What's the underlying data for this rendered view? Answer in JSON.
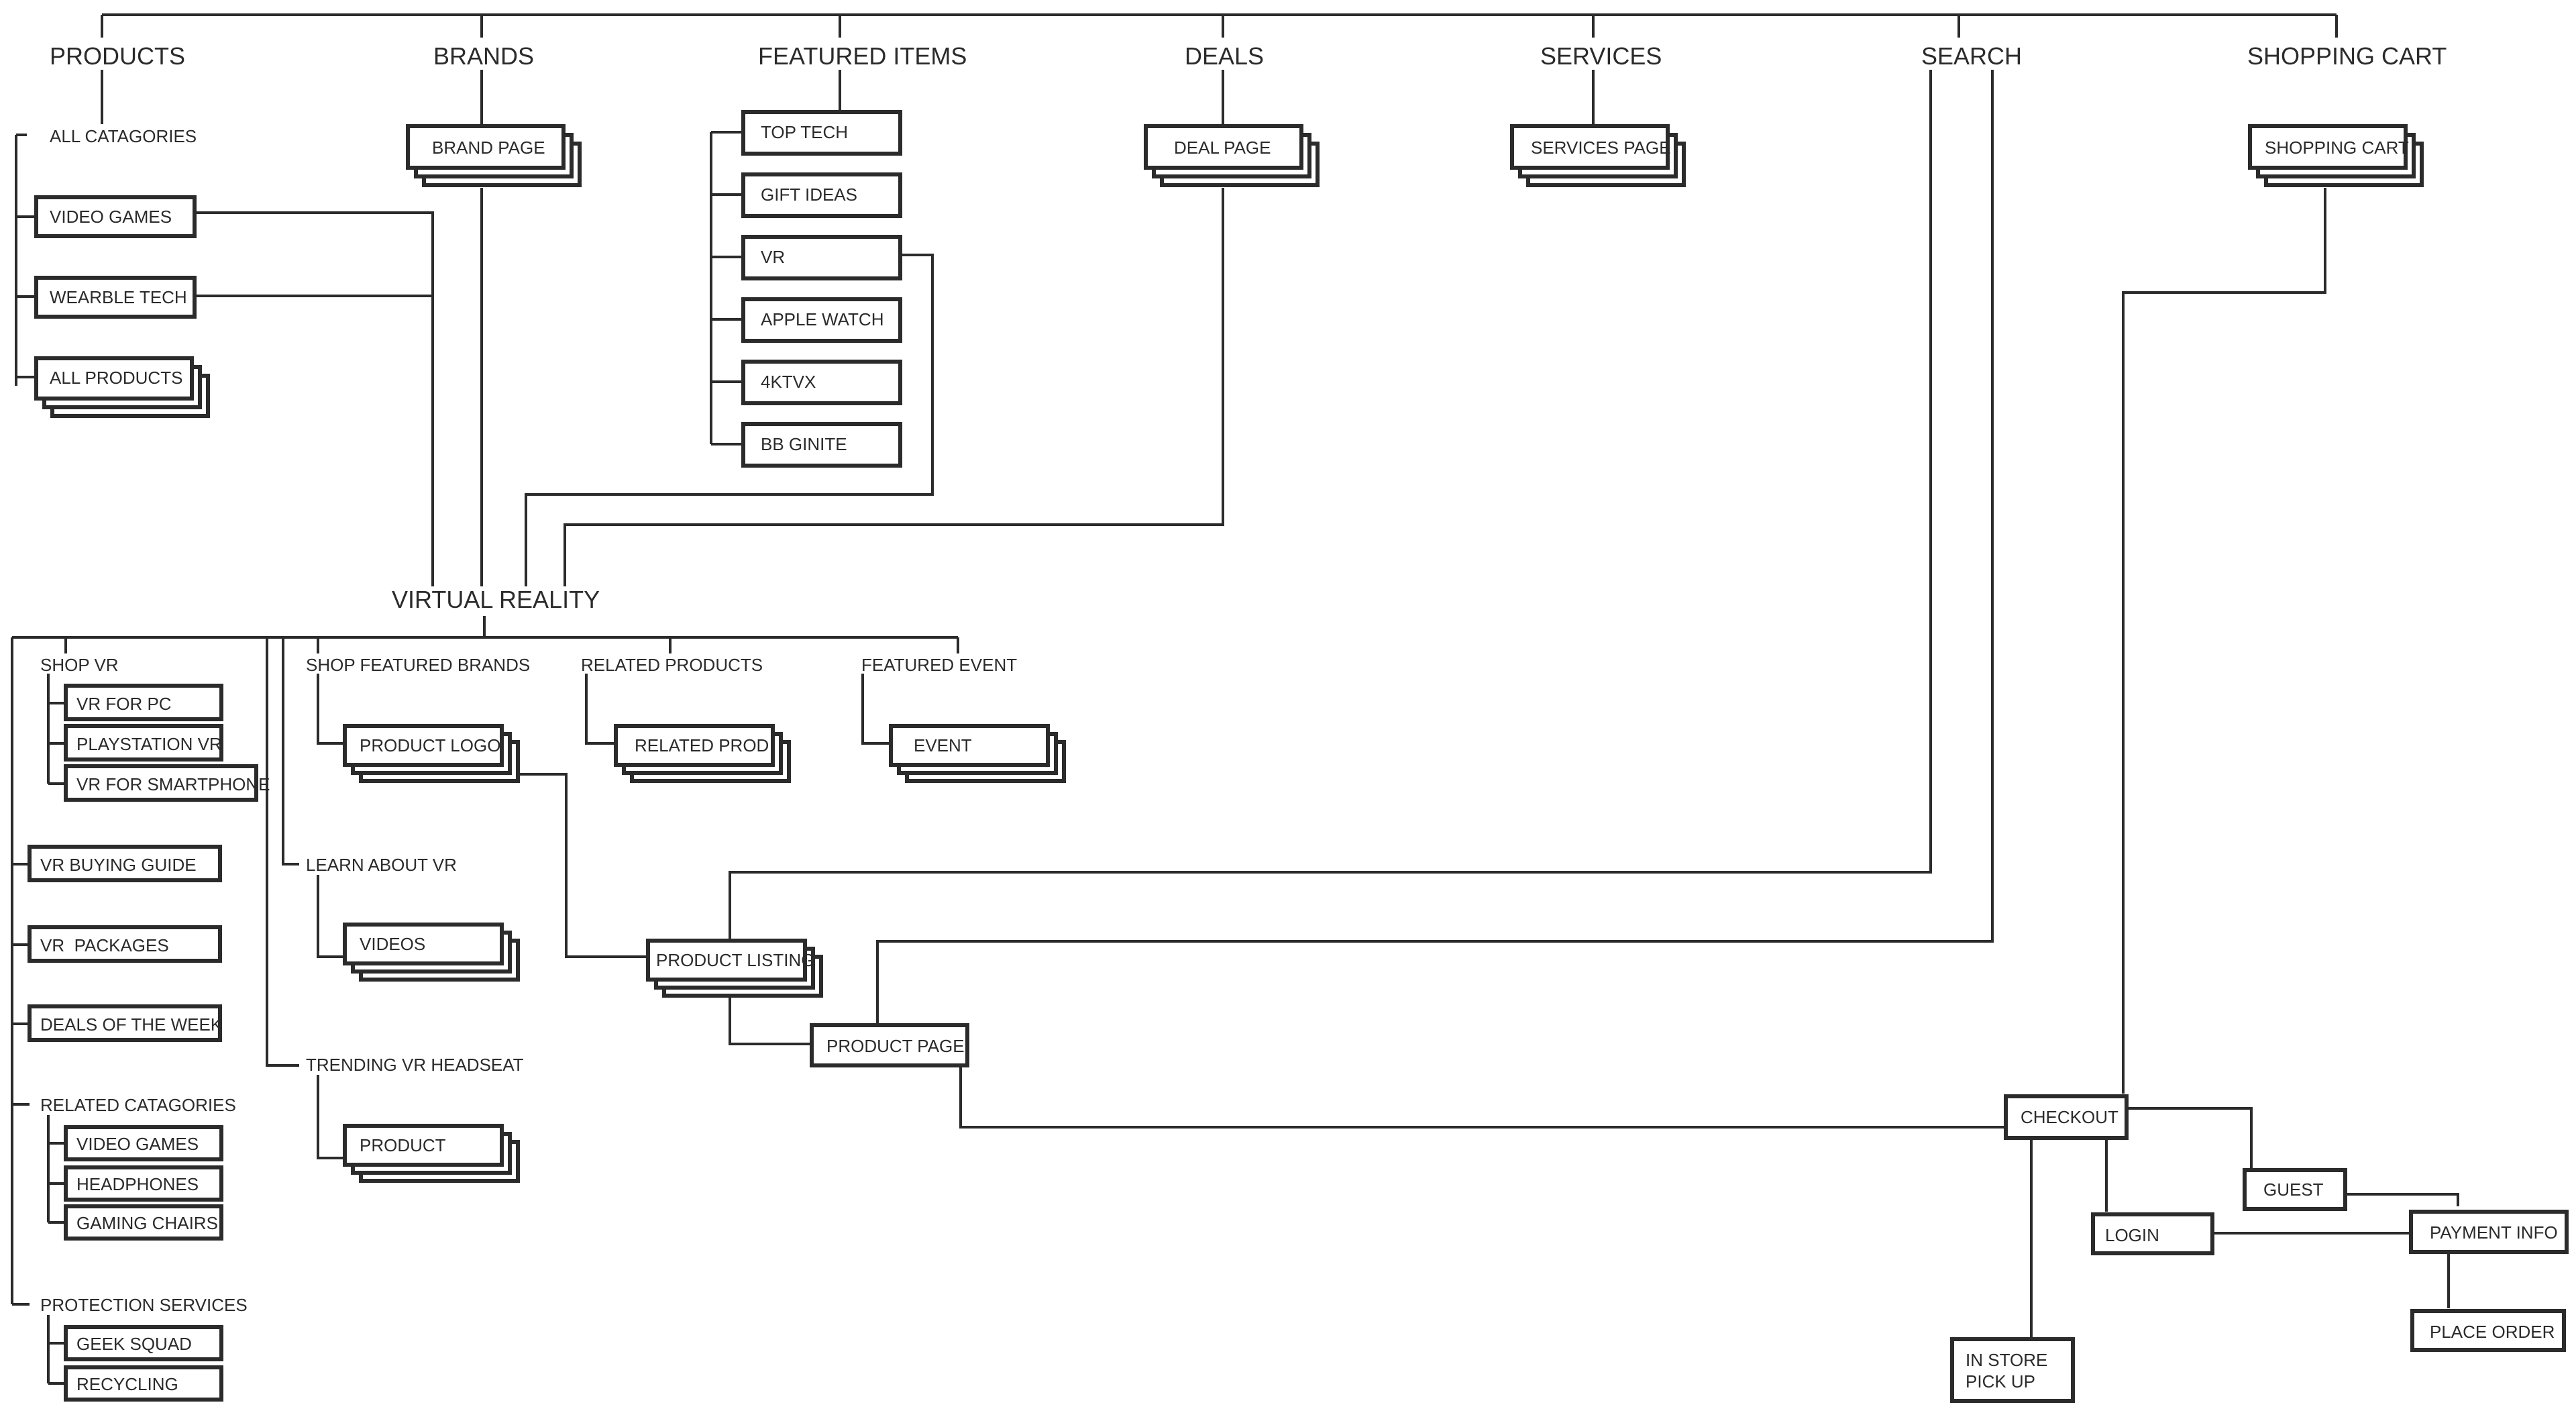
{
  "colors": {
    "line": "#2b2b2b",
    "box_fill": "#ffffff",
    "background": "#ffffff"
  },
  "top_nav": {
    "products": "PRODUCTS",
    "brands": "BRANDS",
    "featured_items": "FEATURED ITEMS",
    "deals": "DEALS",
    "services": "SERVICES",
    "search": "SEARCH",
    "shopping_cart": "SHOPPING CART"
  },
  "products": {
    "all_categories": "ALL CATAGORIES",
    "video_games": "VIDEO GAMES",
    "wearable_tech": "WEARBLE TECH",
    "all_products": "ALL PRODUCTS"
  },
  "brands": {
    "brand_page": "BRAND PAGE"
  },
  "featured_items": {
    "top_tech": "TOP TECH",
    "gift_ideas": "GIFT IDEAS",
    "vr": "VR",
    "apple_watch": "APPLE WATCH",
    "tv": "4KTVX",
    "bb_ginite": "BB GINITE"
  },
  "deals": {
    "deal_page": "DEAL PAGE"
  },
  "services": {
    "services_page": "SERVICES PAGE"
  },
  "cart": {
    "shopping_cart": "SHOPPING CART"
  },
  "vr": {
    "title": "VIRTUAL REALITY",
    "shop_vr": "SHOP VR",
    "vr_for_pc": "VR FOR PC",
    "playstation_vr": "PLAYSTATION VR",
    "vr_for_smartphone": "VR FOR SMARTPHONE",
    "buying_guide": "VR BUYING GUIDE",
    "packages": "VR  PACKAGES",
    "deals_of_week": "DEALS OF THE WEEK",
    "related_categories": "RELATED CATAGORIES",
    "rc_video_games": "VIDEO GAMES",
    "rc_headphones": "HEADPHONES",
    "rc_gaming_chairs": "GAMING CHAIRS",
    "protection_services": "PROTECTION SERVICES",
    "geek_squad": "GEEK SQUAD",
    "recycling": "RECYCLING",
    "shop_featured_brands": "SHOP FEATURED BRANDS",
    "product_logo": "PRODUCT LOGO",
    "related_products": "RELATED PRODUCTS",
    "related_prod": "RELATED PROD",
    "featured_event": "FEATURED EVENT",
    "event": "EVENT",
    "learn_about_vr": "LEARN ABOUT VR",
    "videos": "VIDEOS",
    "trending_headset": "TRENDING VR HEADSEAT",
    "product": "PRODUCT"
  },
  "flow": {
    "product_listing": "PRODUCT LISTING",
    "product_page": "PRODUCT PAGE",
    "checkout": "CHECKOUT",
    "guest": "GUEST",
    "login": "LOGIN",
    "payment_info": "PAYMENT INFO",
    "place_order": "PLACE ORDER",
    "in_store_line1": "IN STORE",
    "in_store_line2": "PICK UP"
  }
}
